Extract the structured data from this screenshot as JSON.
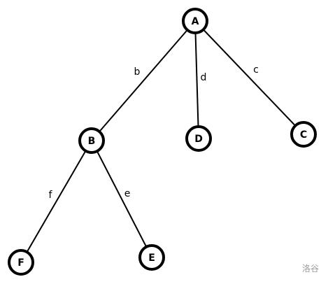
{
  "diagram": {
    "type": "tree",
    "nodes": [
      {
        "id": "A",
        "label": "A"
      },
      {
        "id": "B",
        "label": "B"
      },
      {
        "id": "D",
        "label": "D"
      },
      {
        "id": "C",
        "label": "C"
      },
      {
        "id": "F",
        "label": "F"
      },
      {
        "id": "E",
        "label": "E"
      }
    ],
    "edges": [
      {
        "from": "A",
        "to": "B",
        "label": "b"
      },
      {
        "from": "A",
        "to": "D",
        "label": "d"
      },
      {
        "from": "A",
        "to": "C",
        "label": "c"
      },
      {
        "from": "B",
        "to": "F",
        "label": "f"
      },
      {
        "from": "B",
        "to": "E",
        "label": "e"
      }
    ]
  },
  "watermark": {
    "text": "洛谷"
  }
}
